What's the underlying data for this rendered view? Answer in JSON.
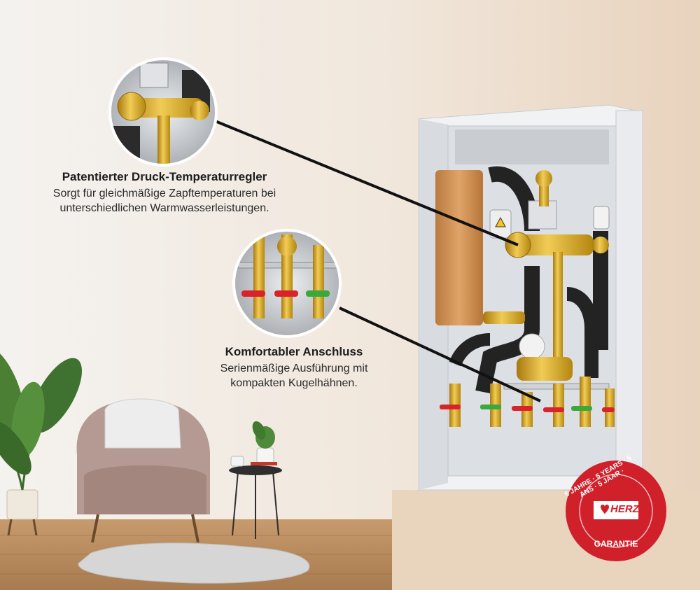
{
  "callouts": [
    {
      "title": "Patentierter Druck-Temperaturregler",
      "lines": [
        "Sorgt für gleichmäßige Zapftemperaturen bei",
        "unterschiedlichen Warmwasserleistungen."
      ]
    },
    {
      "title": "Komfortabler Anschluss",
      "lines": [
        "Serienmäßige Ausführung mit",
        "kompakten Kugelhähnen."
      ]
    }
  ],
  "badge": {
    "ring_text": "5 JAHRE · 5 YEARS · 5 ANS · 5 JAAR ·",
    "logo": "HERZ",
    "label": "GARANTIE"
  },
  "colors": {
    "badge_red": "#d0202a",
    "brass": "#d4a21f",
    "cabinet": "#e6e8eb",
    "valve_red": "#d8232a",
    "valve_green": "#3aa83a"
  }
}
